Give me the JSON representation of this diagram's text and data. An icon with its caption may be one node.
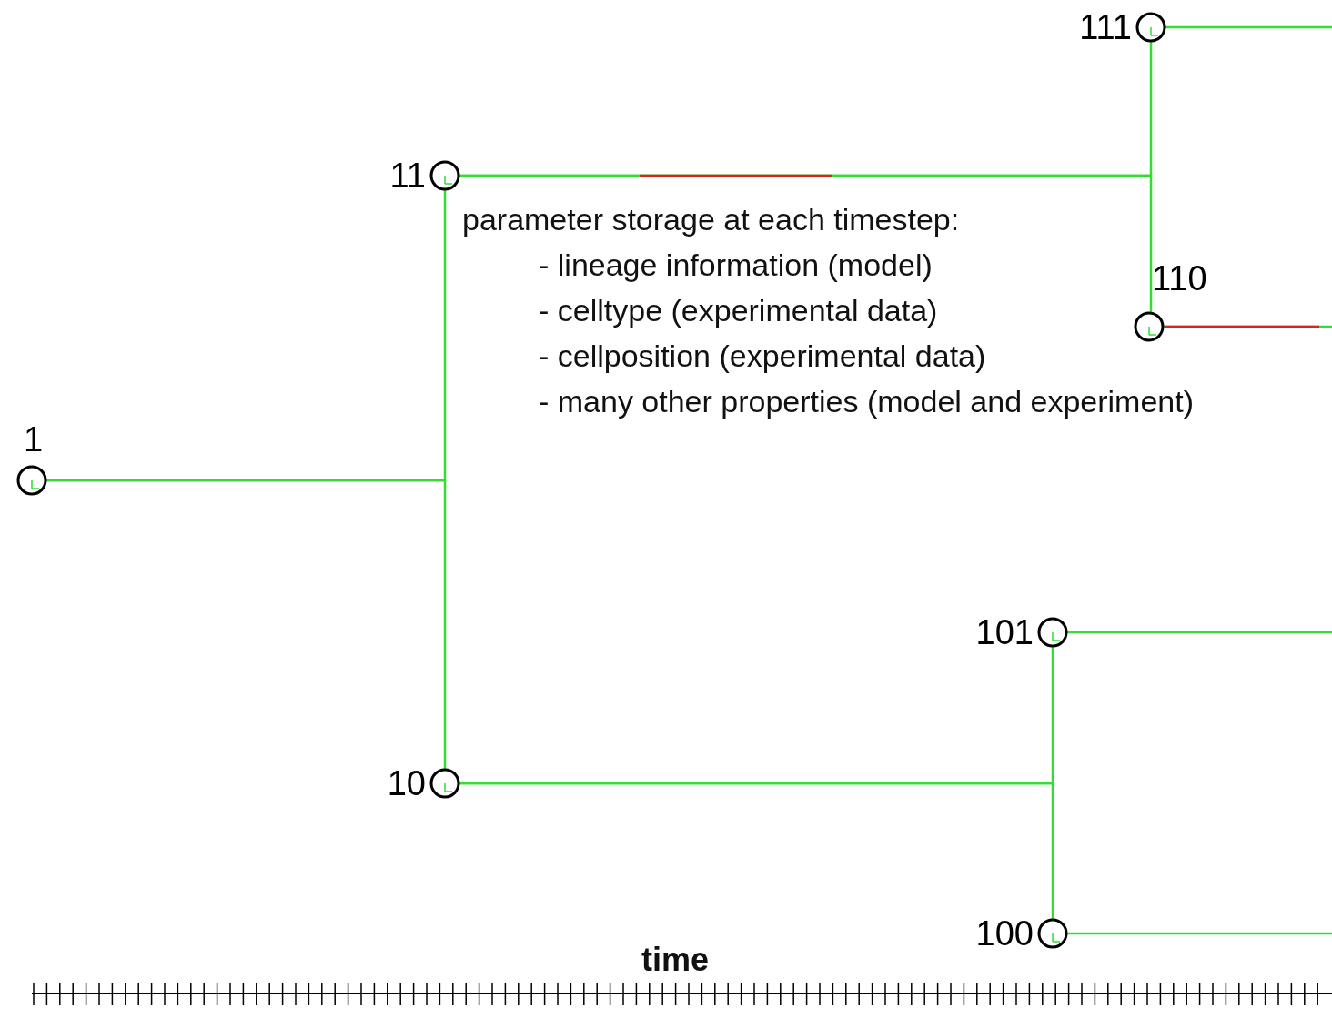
{
  "diagram": {
    "nodes": [
      {
        "text": [
          "1"
        ]
      },
      {
        "text": [
          "11"
        ]
      },
      {
        "text": [
          "10"
        ]
      },
      {
        "text": [
          "111"
        ]
      },
      {
        "text": [
          "110"
        ]
      },
      {
        "text": [
          "101"
        ]
      },
      {
        "text": [
          "100"
        ]
      }
    ],
    "edges": [
      {
        "from": 0,
        "to": 1,
        "arrow": "none"
      },
      {
        "from": 0,
        "to": 2,
        "arrow": "none"
      },
      {
        "from": 1,
        "to": 3,
        "arrow": "none"
      },
      {
        "from": 1,
        "to": 4,
        "arrow": "none"
      },
      {
        "from": 2,
        "to": 5,
        "arrow": "none"
      },
      {
        "from": 2,
        "to": 6,
        "arrow": "none"
      },
      {
        "from": 3,
        "to": null,
        "arrow": "none"
      },
      {
        "from": 4,
        "to": null,
        "arrow": "none"
      },
      {
        "from": 5,
        "to": null,
        "arrow": "none"
      },
      {
        "from": 6,
        "to": null,
        "arrow": "none"
      }
    ],
    "labels": [
      "parameter storage at each timestep:",
      "- lineage information (model)",
      "- celltype (experimental data)",
      "- cellposition (experimental data)",
      "- many other properties (model and experiment)",
      "time"
    ]
  }
}
